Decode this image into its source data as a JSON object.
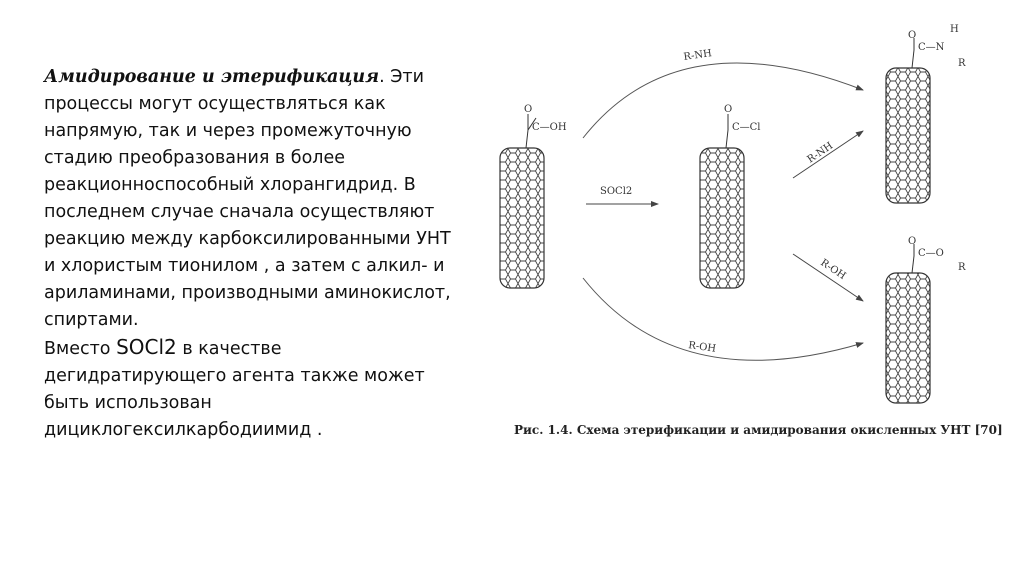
{
  "text": {
    "heading": "Амидирование и этерификация",
    "heading_after": ". Эти процессы могут осуществляться как напрямую, так и через промежуточную стадию преобразования в более реакционноспособный хлорангидрид. В последнем случае сначала осуществляют реакцию между карбоксилированными УНТ и хлористым тионилом , а затем с алкил- и ариламинами, производными аминокислот, спиртами.",
    "line2_prefix": "Вместо ",
    "formula": "SOCl2",
    "line2_suffix": " в качестве дегидратирующего агента также может быть использован дициклогексилкарбодиимид ."
  },
  "figure": {
    "labels": {
      "top_arrow": "R-NH",
      "bottom_arrow": "R-OH",
      "reagent": "SOCl2",
      "mid_upper": "R-NH",
      "mid_lower": "R-OH",
      "group_left_o": "O",
      "group_left_oh": "C—OH",
      "group_mid_o": "O",
      "group_mid_cl": "C—Cl",
      "group_right_top_o": "O",
      "group_right_top_c": "C—N",
      "group_right_top_h": "H",
      "group_right_top_r": "R",
      "group_right_bot_o": "O",
      "group_right_bot_c": "C—O",
      "group_right_bot_r": "R"
    },
    "caption": "Рис. 1.4. Схема этерификации и амидирования окисленных УНТ [70]"
  }
}
